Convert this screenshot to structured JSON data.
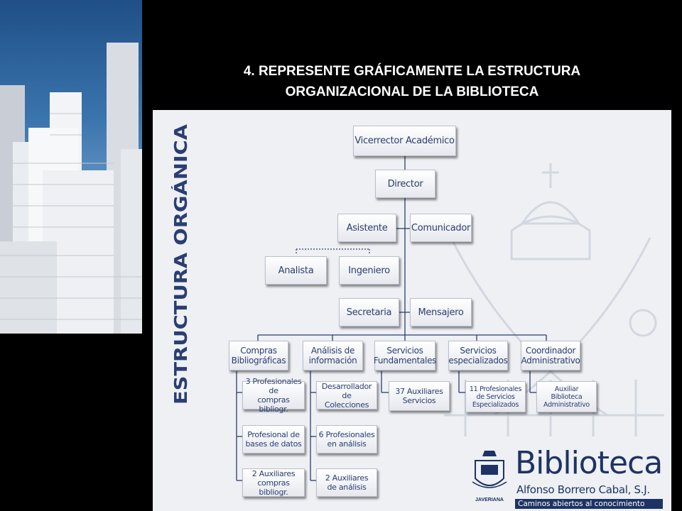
{
  "slide_title": {
    "line1": "4. REPRESENTE GRÁFICAMENTE LA ESTRUCTURA",
    "line2": "ORGANIZACIONAL DE LA BIBLIOTECA"
  },
  "side_title": "ESTRUCTURA ORGÁNICA",
  "org": {
    "vicerrector": "Vicerrector Académico",
    "director": "Director",
    "asistente": "Asistente",
    "comunicador": "Comunicador",
    "analista": "Analista",
    "ingeniero": "Ingeniero",
    "secretaria": "Secretaria",
    "mensajero": "Mensajero",
    "departments": [
      {
        "title": "Compras\nBibliográficas",
        "subs": [
          "3 Profesionales de\ncompras bibliogr.",
          "Profesional de\nbases de datos",
          "2 Auxiliares\ncompras bibliogr."
        ]
      },
      {
        "title": "Análisis de\ninformación",
        "subs": [
          "Desarrollador de\nColecciones",
          "6 Profesionales\nen análisis",
          "2 Auxiliares\nde análisis"
        ]
      },
      {
        "title": "Servicios\nFundamentales",
        "subs": [
          "37 Auxiliares\nServicios"
        ]
      },
      {
        "title": "Servicios\nespecializados",
        "subs": [
          "11 Profesionales\nde Servicios\nEspecializados"
        ]
      },
      {
        "title": "Coordinador\nAdministrativo",
        "subs": [
          "Auxiliar\nBiblioteca\nAdministrativo"
        ]
      }
    ]
  },
  "logo": {
    "word": "Biblioteca",
    "name": "Alfonso Borrero Cabal, S.J.",
    "tagline": "Caminos abiertos al conocimiento",
    "university": "JAVERIANA"
  },
  "colors": {
    "node_text": "#2a3e72",
    "line": "#2b3d6e",
    "logo": "#1e3364",
    "sky": "#3a74ad"
  }
}
